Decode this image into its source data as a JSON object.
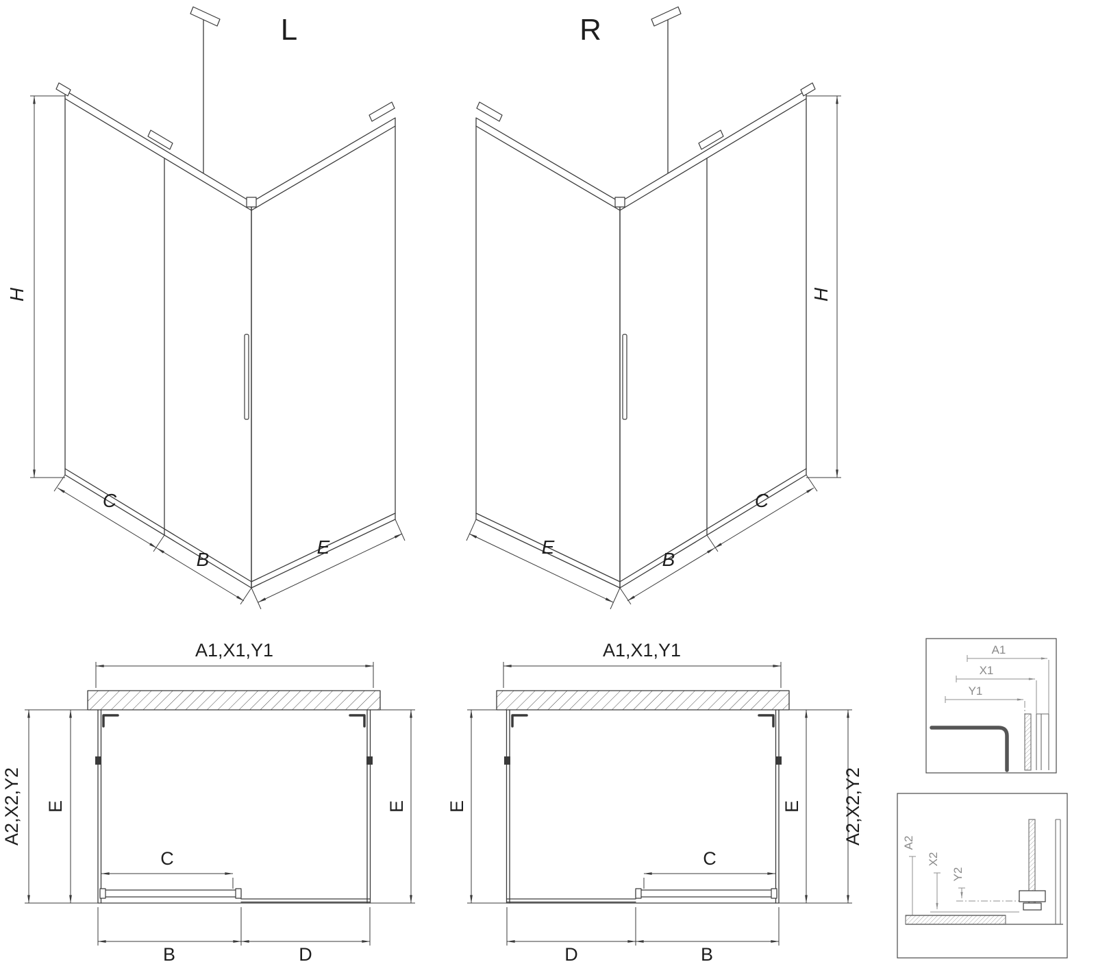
{
  "drawing": {
    "iso_left": {
      "variant": "L",
      "dim_h": "H",
      "dim_c": "C",
      "dim_b": "B",
      "dim_e": "E"
    },
    "iso_right": {
      "variant": "R",
      "dim_h": "H",
      "dim_c": "C",
      "dim_b": "B",
      "dim_e": "E"
    },
    "plan_left": {
      "dim_width_top": "A1,X1,Y1",
      "dim_depth_side": "A2,X2,Y2",
      "dim_e_left": "E",
      "dim_e_right": "E",
      "dim_c": "C",
      "dim_b": "B",
      "dim_d": "D"
    },
    "plan_right": {
      "dim_width_top": "A1,X1,Y1",
      "dim_depth_side": "A2,X2,Y2",
      "dim_e_left": "E",
      "dim_e_right": "E",
      "dim_c": "C",
      "dim_b": "B",
      "dim_d": "D"
    },
    "detail_top": {
      "dim_a1": "A1",
      "dim_x1": "X1",
      "dim_y1": "Y1"
    },
    "detail_bottom": {
      "dim_a2": "A2",
      "dim_x2": "X2",
      "dim_y2": "Y2"
    }
  },
  "colors": {
    "line": "#3a3a3a",
    "detail_line": "#8f8f8f",
    "background": "#ffffff"
  }
}
